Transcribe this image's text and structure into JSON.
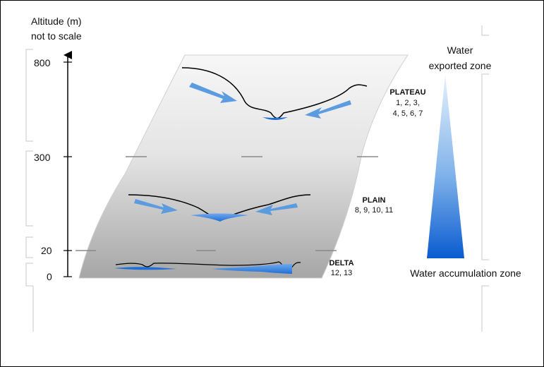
{
  "axis": {
    "title_line1": "Altitude (m)",
    "title_line2": "not to scale",
    "ticks": [
      "800",
      "300",
      "20",
      "0"
    ]
  },
  "zones": [
    {
      "name": "PLATEAU",
      "sites_line1": "1, 2, 3,",
      "sites_line2": "4, 5, 6, 7"
    },
    {
      "name": "PLAIN",
      "sites_line1": "8, 9, 10, 11"
    },
    {
      "name": "DELTA",
      "sites_line1": "12, 13"
    }
  ],
  "gradient": {
    "top_line1": "Water",
    "top_line2": "exported zone",
    "bottom": "Water accumulation zone"
  },
  "colors": {
    "water": "#1f6fd6",
    "arrow": "#5b9be0",
    "slab_light": "#f7f7f7",
    "slab_dark": "#a6a6a6",
    "gradient_top": "#e6f1fc",
    "gradient_bottom": "#0a5bd0"
  }
}
